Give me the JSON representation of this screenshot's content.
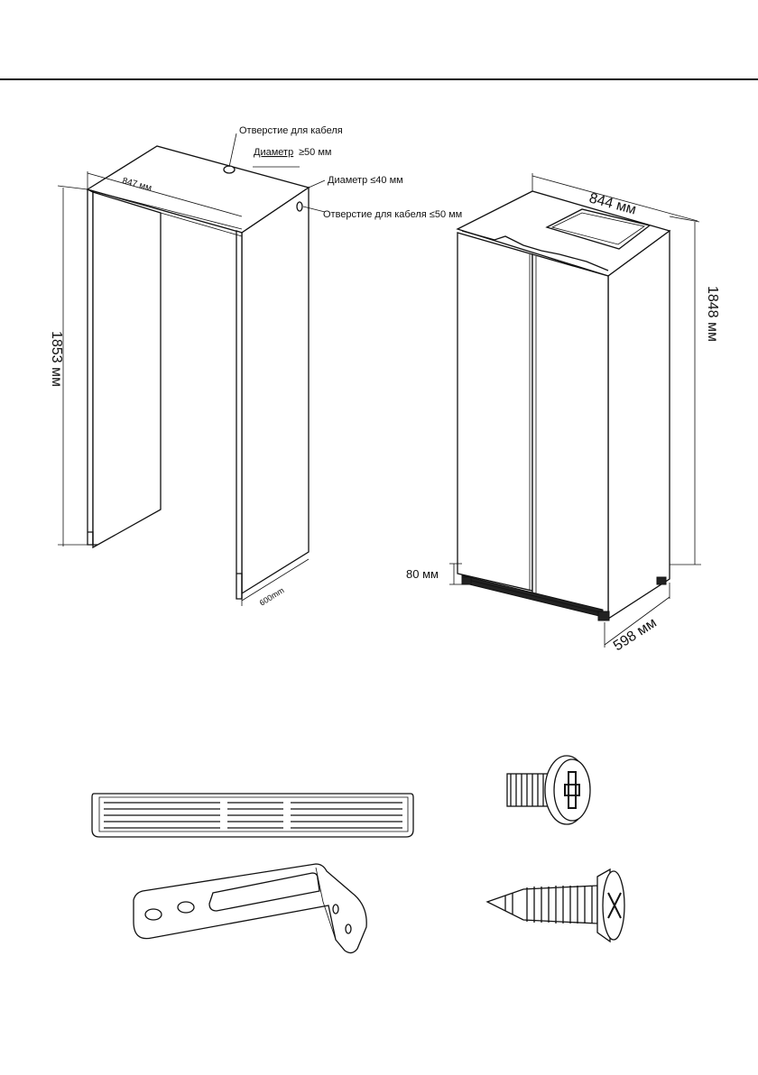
{
  "niche": {
    "cable_hole_top_label": "Отверстие для кабеля",
    "diameter_top_prefix": "Диаметр",
    "diameter_top_value": "≥50 мм",
    "diameter_side_label": "Диаметр  ≤40 мм",
    "cable_hole_side_label": "Отверстие для кабеля ≤50 мм",
    "width_label": "847 мм",
    "height_label": "1853 мм",
    "depth_label": "600mm"
  },
  "fridge": {
    "width_label": "844 мм",
    "height_label": "1848 мм",
    "depth_label": "598 мм",
    "plinth_label": "80 мм"
  },
  "accessories": [
    {
      "name": "vent-grille"
    },
    {
      "name": "pan-head-screw"
    },
    {
      "name": "l-bracket"
    },
    {
      "name": "countersunk-screw"
    }
  ]
}
